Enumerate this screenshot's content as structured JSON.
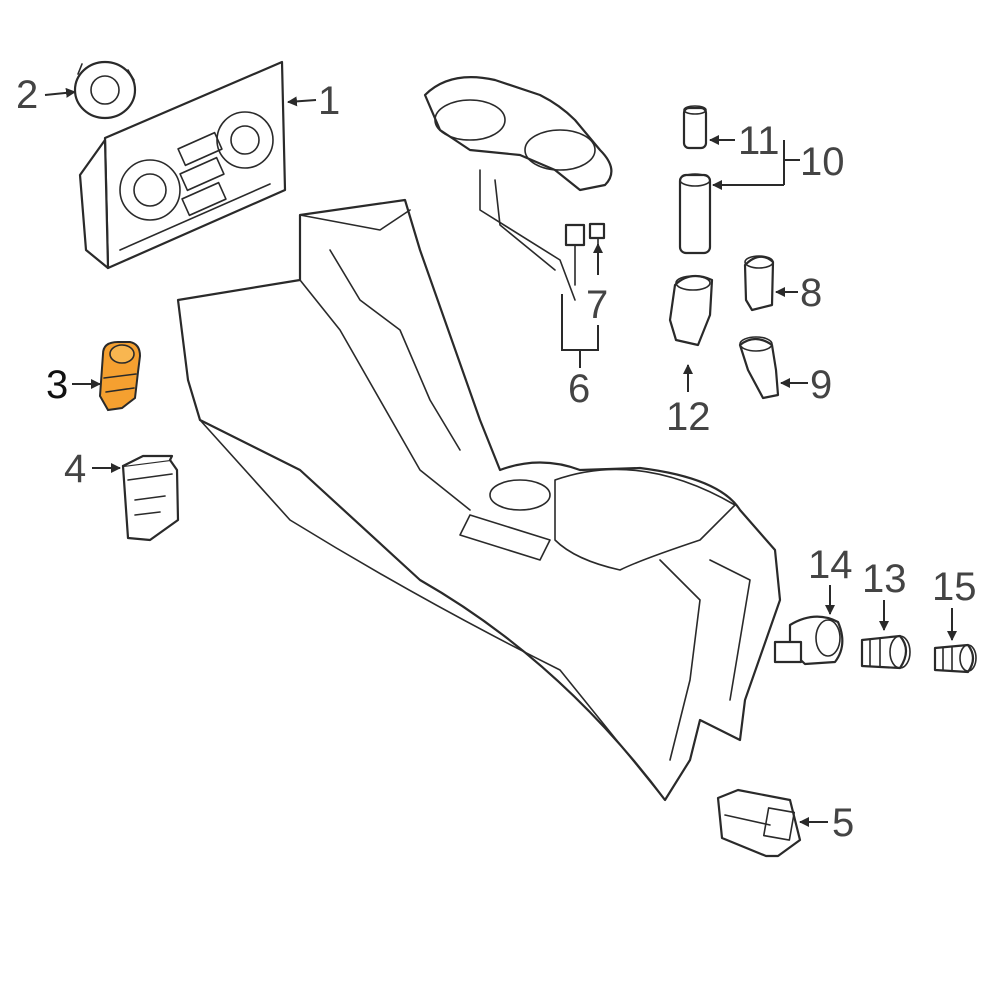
{
  "callouts": {
    "c1": "1",
    "c2": "2",
    "c3": "3",
    "c4": "4",
    "c5": "5",
    "c6": "6",
    "c7": "7",
    "c8": "8",
    "c9": "9",
    "c10": "10",
    "c11": "11",
    "c12": "12",
    "c13": "13",
    "c14": "14",
    "c15": "15"
  },
  "highlighted_part": "3",
  "colors": {
    "highlight": "#f5a030",
    "line": "#2a2a2a",
    "background": "#ffffff"
  }
}
